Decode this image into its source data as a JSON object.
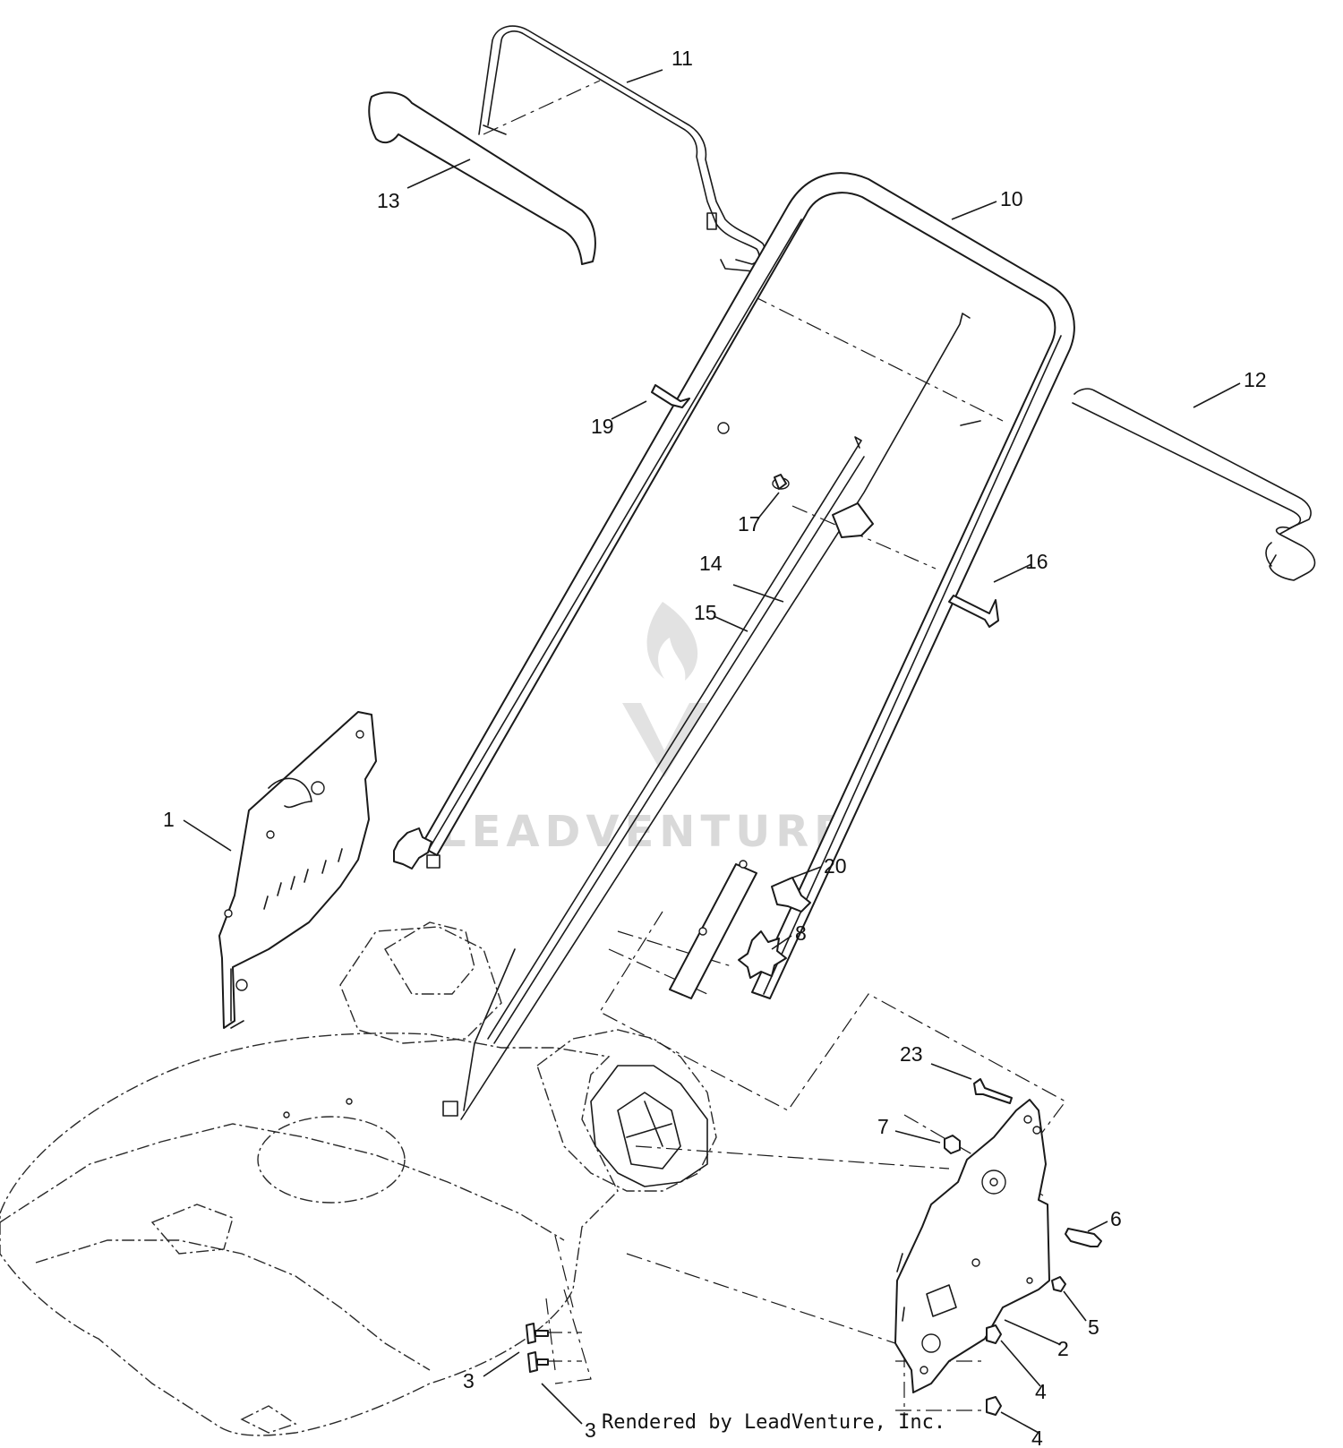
{
  "callouts": [
    "1",
    "2",
    "3",
    "3",
    "4",
    "4",
    "5",
    "6",
    "7",
    "8",
    "10",
    "11",
    "12",
    "13",
    "14",
    "15",
    "16",
    "17",
    "19",
    "20",
    "23"
  ],
  "watermark": "LEADVENTURE",
  "footer": "Rendered by LeadVenture, Inc.",
  "colors": {
    "line": "#1a1a1a",
    "watermark": "#d9d9d9",
    "background": "#ffffff"
  }
}
